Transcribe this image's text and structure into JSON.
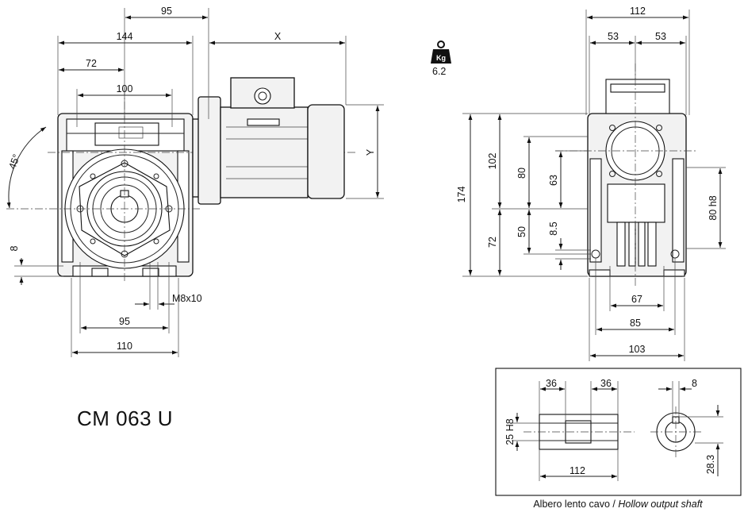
{
  "model": "CM 063 U",
  "weight": {
    "unit_icon": "Kg",
    "value": "6.2",
    "icon": "weight-icon"
  },
  "caption": {
    "it": "Albero lento cavo",
    "sep": " / ",
    "en": "Hollow output shaft"
  },
  "front_view": {
    "dims": {
      "d95_top": "95",
      "d144": "144",
      "dX": "X",
      "d72": "72",
      "d100": "100",
      "dY": "Y",
      "d45": "45°",
      "d8": "8",
      "dM8": "M8x10",
      "d95_bottom": "95",
      "d110": "110"
    }
  },
  "side_view": {
    "dims": {
      "d112": "112",
      "d53a": "53",
      "d53b": "53",
      "d174": "174",
      "d102": "102",
      "d72": "72",
      "d80": "80",
      "d63": "63",
      "d50": "50",
      "d8_5": "8.5",
      "d80h8": "80 h8",
      "d67": "67",
      "d85": "85",
      "d103": "103"
    }
  },
  "shaft_detail": {
    "dims": {
      "d36a": "36",
      "d36b": "36",
      "d8": "8",
      "d25H8": "25 H8",
      "d112": "112",
      "d28_3": "28.3"
    }
  }
}
